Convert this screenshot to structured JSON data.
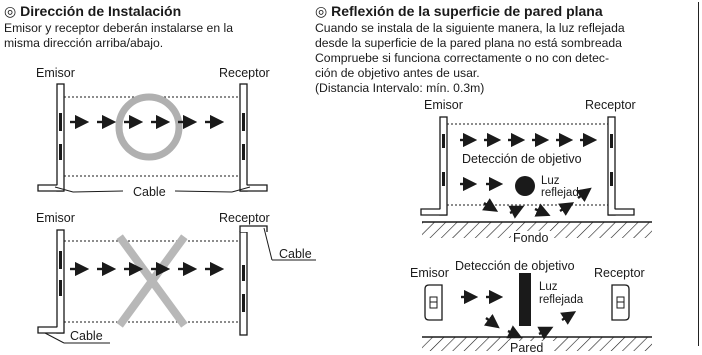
{
  "left": {
    "title": "Dirección de Instalación",
    "text_lines": [
      "Emisor y receptor deberán instalarse en la",
      "misma dirección arriba/abajo."
    ],
    "diagram_ok": {
      "emitter": "Emisor",
      "receiver": "Receptor",
      "cable": "Cable"
    },
    "diagram_bad": {
      "emitter": "Emisor",
      "receiver": "Receptor",
      "cable_top": "Cable",
      "cable_bottom": "Cable"
    }
  },
  "right": {
    "title": "Reflexión de la superficie de pared plana",
    "text_lines": [
      "Cuando se instala de la siguiente manera, la luz reflejada",
      "desde la superficie de la pared plana no está sombreada",
      "Compruebe si funciona correctamente o no con detec-",
      "ción  de objetivo antes de usar.",
      "(Distancia Intervalo: mín. 0.3m)"
    ],
    "diagram_floor": {
      "emitter": "Emisor",
      "receiver": "Receptor",
      "detection": "Detección de objetivo",
      "reflect_1": "Luz",
      "reflect_2": "reflejada",
      "surface": "Fondo"
    },
    "diagram_wall": {
      "emitter": "Emisor",
      "receiver": "Receptor",
      "detection": "Detección de objetivo",
      "reflect_1": "Luz",
      "reflect_2": "reflejada",
      "surface": "Pared"
    }
  },
  "colors": {
    "ok_circle": "#b0b0b0",
    "bad_cross": "#b8b8b8",
    "ink": "#1a1a1a"
  },
  "icons": [
    "double-circle-icon",
    "arrow-right-icon",
    "hatch-pattern"
  ]
}
